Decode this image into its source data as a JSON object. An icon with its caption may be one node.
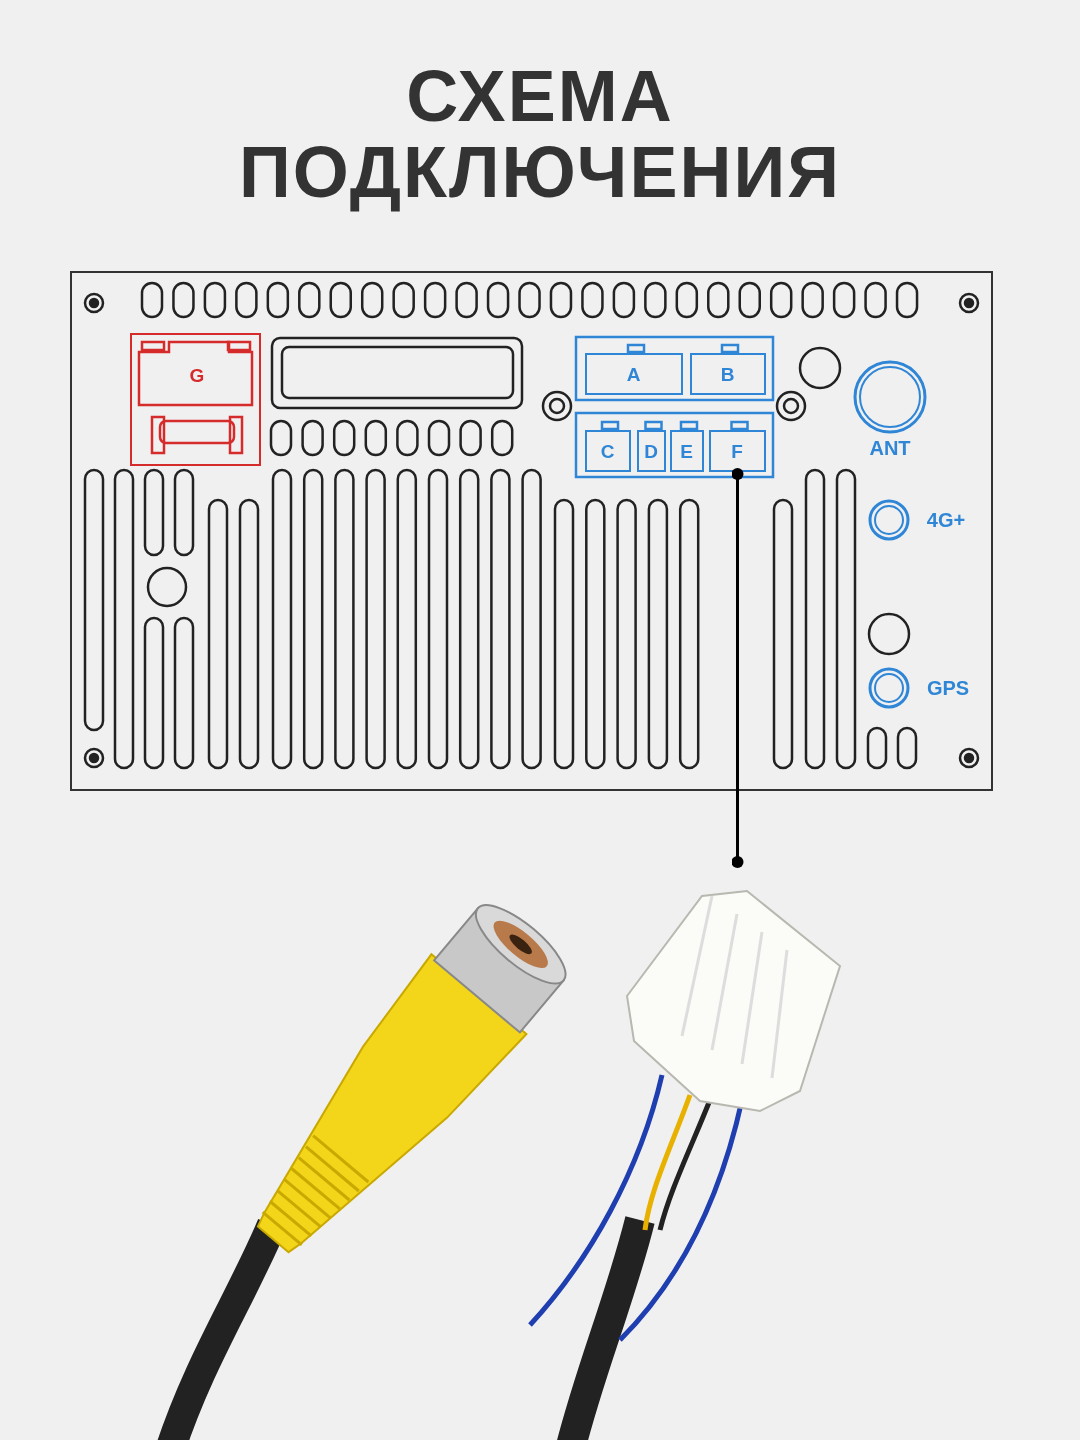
{
  "diagram": {
    "title": "СХЕМА ПОДКЛЮЧЕНИЯ",
    "nodes": [
      {
        "text": [
          "G"
        ]
      },
      {
        "text": [
          "A"
        ]
      },
      {
        "text": [
          "B"
        ]
      },
      {
        "text": [
          "C"
        ]
      },
      {
        "text": [
          "D"
        ]
      },
      {
        "text": [
          "E"
        ]
      },
      {
        "text": [
          "F"
        ]
      },
      {
        "text": [
          "ANT"
        ]
      },
      {
        "text": [
          "4G+"
        ]
      },
      {
        "text": [
          "GPS"
        ]
      },
      {
        "text": [],
        "shape": "picture"
      }
    ],
    "edges": [
      {
        "from": 6,
        "to": 10,
        "arrow": "other"
      }
    ]
  }
}
